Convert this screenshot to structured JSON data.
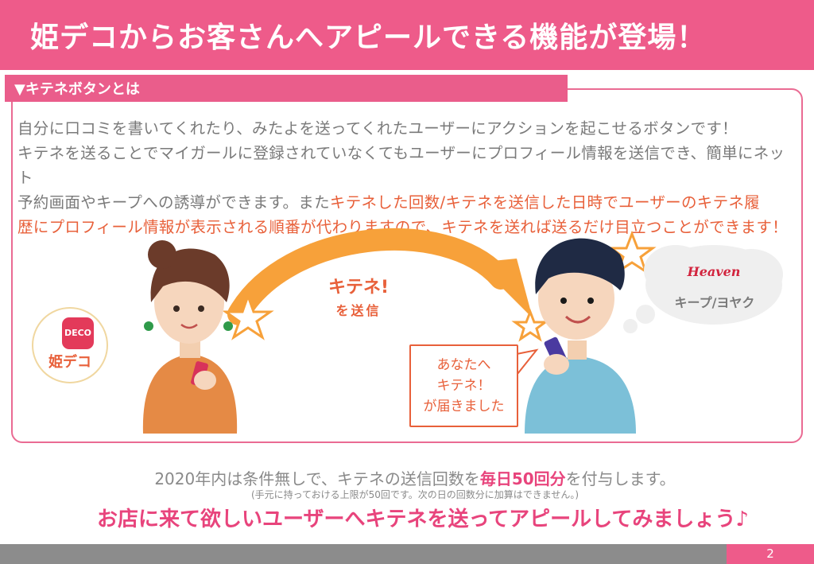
{
  "header": {
    "title": "姫デコからお客さんへアピールできる機能が登場！"
  },
  "section": {
    "tab_label": "▼キテネボタンとは"
  },
  "description": {
    "line1": "自分に口コミを書いてくれたり、みたよを送ってくれたユーザーにアクションを起こせるボタンです！",
    "line2": "キテネを送ることでマイガールに登録されていなくてもユーザーにプロフィール情報を送信でき、簡単にネット",
    "line3_normal": "予約画面やキープへの誘導ができます。また",
    "line3_highlight": "キテネした回数/キテネを送信した日時でユーザーのキテネ履",
    "line4_highlight": "歴にプロフィール情報が表示される順番が代わりますので、キテネを送れば送るだけ目立つことができます！"
  },
  "illustration": {
    "app_icon_text": "DECO",
    "app_label": "姫デコ",
    "arrow_label_main": "キテネ!",
    "arrow_label_sub": "を送信",
    "bubble_line1": "あなたへ",
    "bubble_line2": "キテネ！",
    "bubble_line3": "が届きました",
    "cloud_logo": "Heaven",
    "cloud_label": "キープ/ヨヤク"
  },
  "notes": {
    "main_prefix": "2020年内は条件無しで、キテネの送信回数を",
    "main_highlight": "毎日50回分",
    "main_suffix": "を付与します。",
    "sub": "(手元に持っておける上限が50回です。次の日の回数分に加算はできません。)",
    "cta": "お店に来て欲しいユーザーへキテネを送ってアピールしてみましょう♪"
  },
  "footer": {
    "page_number": "2"
  },
  "colors": {
    "pink": "#ee5b8a",
    "orange": "#e8603a",
    "arrow": "#f7a13a",
    "gray_text": "#7a7a7a",
    "footer_gray": "#8c8c8c"
  }
}
